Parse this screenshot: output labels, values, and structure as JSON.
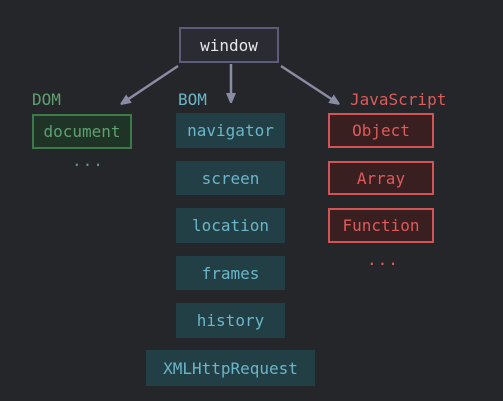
{
  "colors": {
    "background": "#242629",
    "window_text": "#e6e6e6",
    "window_border": "#5b5b7a",
    "window_fill": "#2a2b33",
    "arrow": "#8a8ca6",
    "dom": "#5fa071",
    "dom_border": "#3c7a4b",
    "dom_fill": "#1f3326",
    "bom": "#6bb6c8",
    "bom_fill": "#223f46",
    "js": "#df5a5a",
    "js_border": "#d25454",
    "js_fill": "#3a1f21"
  },
  "root": {
    "label": "window"
  },
  "groups": {
    "dom": {
      "title": "DOM",
      "items": [
        "document"
      ],
      "more": "..."
    },
    "bom": {
      "title": "BOM",
      "items": [
        "navigator",
        "screen",
        "location",
        "frames",
        "history",
        "XMLHttpRequest"
      ]
    },
    "js": {
      "title": "JavaScript",
      "items": [
        "Object",
        "Array",
        "Function"
      ],
      "more": "..."
    }
  }
}
